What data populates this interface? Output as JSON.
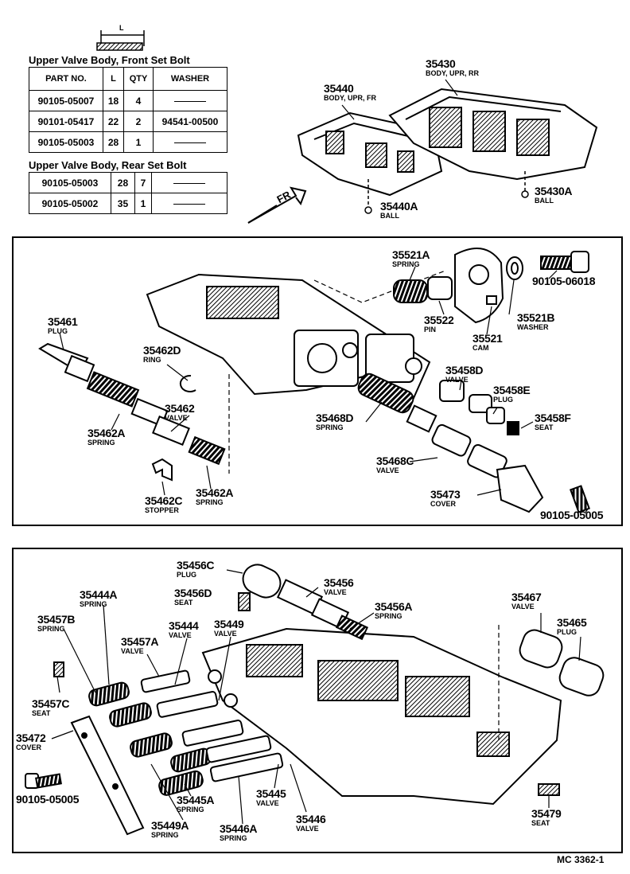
{
  "bolt_icon_label": "L",
  "front_table": {
    "title": "Upper Valve Body, Front Set Bolt",
    "headers": [
      "PART NO.",
      "L",
      "QTY",
      "WASHER"
    ],
    "rows": [
      [
        "90105-05007",
        "18",
        "4",
        ""
      ],
      [
        "90101-05417",
        "22",
        "2",
        "94541-00500"
      ],
      [
        "90105-05003",
        "28",
        "1",
        ""
      ]
    ]
  },
  "rear_table": {
    "title": "Upper Valve Body, Rear Set Bolt",
    "rows": [
      [
        "90105-05003",
        "28",
        "7",
        ""
      ],
      [
        "90105-05002",
        "35",
        "1",
        ""
      ]
    ]
  },
  "direction_label": "FR",
  "parts_top": [
    {
      "num": "35430",
      "name": "BODY, UPR, RR"
    },
    {
      "num": "35440",
      "name": "BODY, UPR, FR"
    },
    {
      "num": "35440A",
      "name": "BALL"
    },
    {
      "num": "35430A",
      "name": "BALL"
    }
  ],
  "parts_mid": [
    {
      "num": "35521A",
      "name": "SPRING"
    },
    {
      "num": "90105-06018",
      "name": ""
    },
    {
      "num": "35522",
      "name": "PIN"
    },
    {
      "num": "35521B",
      "name": "WASHER"
    },
    {
      "num": "35521",
      "name": "CAM"
    },
    {
      "num": "35461",
      "name": "PLUG"
    },
    {
      "num": "35462D",
      "name": "RING"
    },
    {
      "num": "35458D",
      "name": "VALVE"
    },
    {
      "num": "35458E",
      "name": "PLUG"
    },
    {
      "num": "35462",
      "name": "VALVE"
    },
    {
      "num": "35468D",
      "name": "SPRING"
    },
    {
      "num": "35458F",
      "name": "SEAT"
    },
    {
      "num": "35462A",
      "name": "SPRING"
    },
    {
      "num": "35468C",
      "name": "VALVE"
    },
    {
      "num": "35473",
      "name": "COVER"
    },
    {
      "num": "35462A",
      "name": "SPRING"
    },
    {
      "num": "35462C",
      "name": "STOPPER"
    },
    {
      "num": "90105-05005",
      "name": ""
    }
  ],
  "parts_bot": [
    {
      "num": "35456C",
      "name": "PLUG"
    },
    {
      "num": "35456",
      "name": "VALVE"
    },
    {
      "num": "35456D",
      "name": "SEAT"
    },
    {
      "num": "35444A",
      "name": "SPRING"
    },
    {
      "num": "35456A",
      "name": "SPRING"
    },
    {
      "num": "35467",
      "name": "VALVE"
    },
    {
      "num": "35457B",
      "name": "SPRING"
    },
    {
      "num": "35444",
      "name": "VALVE"
    },
    {
      "num": "35449",
      "name": "VALVE"
    },
    {
      "num": "35465",
      "name": "PLUG"
    },
    {
      "num": "35457A",
      "name": "VALVE"
    },
    {
      "num": "35457C",
      "name": "SEAT"
    },
    {
      "num": "35472",
      "name": "COVER"
    },
    {
      "num": "90105-05005",
      "name": ""
    },
    {
      "num": "35445A",
      "name": "SPRING"
    },
    {
      "num": "35445",
      "name": "VALVE"
    },
    {
      "num": "35449A",
      "name": "SPRING"
    },
    {
      "num": "35446A",
      "name": "SPRING"
    },
    {
      "num": "35446",
      "name": "VALVE"
    },
    {
      "num": "35479",
      "name": "SEAT"
    }
  ],
  "figure_code": "MC  3362-1"
}
